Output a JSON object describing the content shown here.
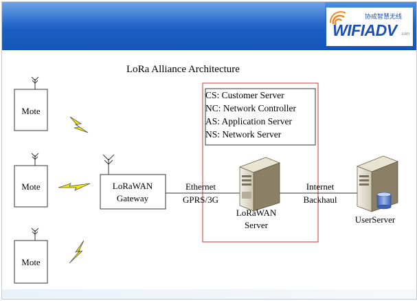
{
  "header": {
    "logo_text": "WIFIADV",
    "logo_subtitle": "协成智慧无线",
    "logo_domain": ".com"
  },
  "title": "LoRa Alliance Architecture",
  "motes": [
    {
      "label": "Mote"
    },
    {
      "label": "Mote"
    },
    {
      "label": "Mote"
    }
  ],
  "gateway": {
    "line1": "LoRaWAN",
    "line2": "Gateway"
  },
  "link_gateway_server": {
    "line1": "Ethernet",
    "line2": "GPRS/3G"
  },
  "network_server": {
    "line1": "LoRaWAN",
    "line2": "Server"
  },
  "link_server_user": {
    "line1": "Internet",
    "line2": "Backhaul"
  },
  "user_server": {
    "label": "UserServer"
  },
  "legend": [
    "CS: Customer Server",
    "NC: Network Controller",
    "AS: Application Server",
    "NS: Network Server"
  ],
  "colors": {
    "header": "#1f63c9",
    "highlight_box": "#cc3333",
    "lightning": "#f2e600"
  }
}
